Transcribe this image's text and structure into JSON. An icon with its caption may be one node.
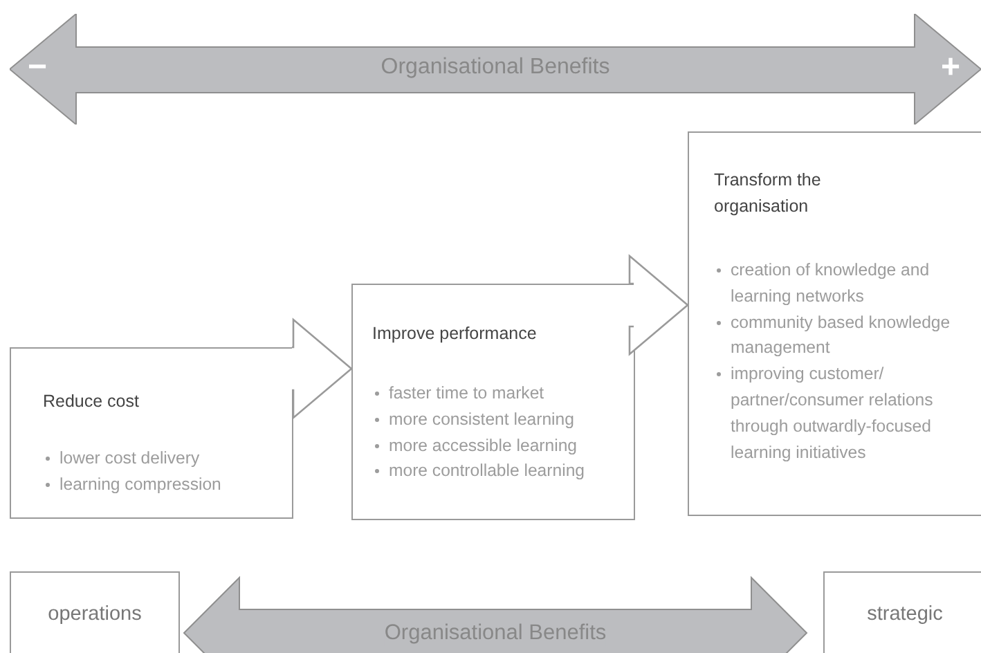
{
  "diagram": {
    "nodes": [
      {
        "text": [
          "−",
          "Organisational Benefits",
          "+"
        ]
      },
      {
        "text": [
          "Reduce cost",
          "lower cost delivery",
          "learning compression"
        ]
      },
      {
        "text": [
          "Improve performance",
          "faster time to market",
          "more consistent learning",
          "more accessible learning",
          "more controllable learning"
        ]
      },
      {
        "text": [
          "Transform the organisation",
          "creation of knowledge and learning networks",
          "community based knowledge management",
          "improving customer/ partner/consumer relations through outwardly-focused learning initiatives"
        ]
      },
      {
        "text": [
          "operations"
        ]
      },
      {
        "text": [
          "strategic"
        ]
      }
    ],
    "edges": [
      {
        "from": 1,
        "to": 2,
        "arrow": "to",
        "style": "thick"
      },
      {
        "from": 2,
        "to": 3,
        "arrow": "to",
        "style": "thick"
      },
      {
        "from": 4,
        "to": 5,
        "arrow": "both",
        "style": "thick",
        "label": "Organisational Benefits",
        "color": "#bcbdc0"
      }
    ]
  }
}
